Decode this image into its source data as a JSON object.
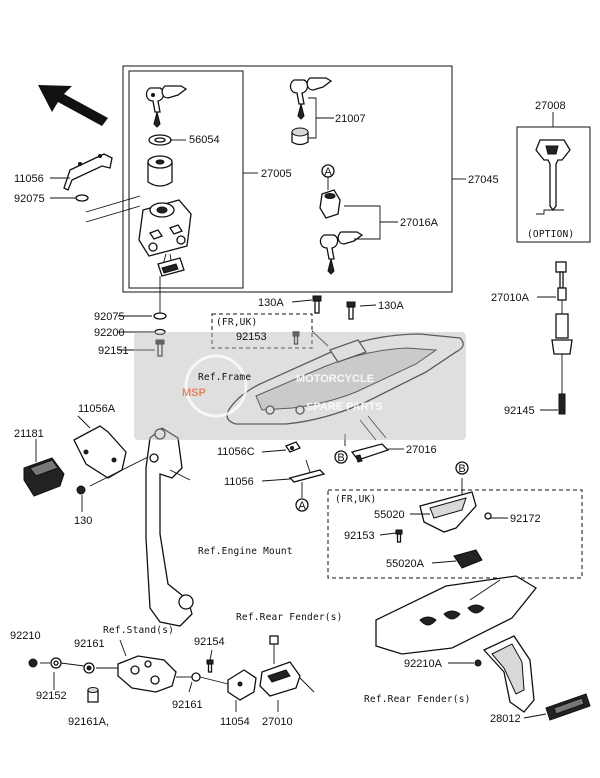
{
  "watermark": {
    "logo": "MSP",
    "brand": "MOTORCYCLE",
    "tagline": "SPARE PARTS",
    "accent_color": "#e8663a"
  },
  "parts": {
    "p56054": "56054",
    "p21007": "21007",
    "p27008": "27008",
    "p11056": "11056",
    "p92075_top": "92075",
    "p27005": "27005",
    "p27045": "27045",
    "p27016A": "27016A",
    "p27010A": "27010A",
    "p92075_mid": "92075",
    "p92200": "92200",
    "p92151": "92151",
    "p130A_left": "130A",
    "p130A_right": "130A",
    "p92153_upper": "92153",
    "p92145": "92145",
    "p11056A": "11056A",
    "p21181": "21181",
    "p130": "130",
    "p11056C": "11056C",
    "p27016": "27016",
    "p11056_lower": "11056",
    "p55020": "55020",
    "p92172": "92172",
    "p92153_lower": "92153",
    "p55020A": "55020A",
    "p92210": "92210",
    "p92161_top": "92161",
    "p92154": "92154",
    "p92152": "92152",
    "p92161A": "92161A,",
    "p92161_bottom": "92161",
    "p11054": "11054",
    "p27010": "27010",
    "p92210A": "92210A",
    "p28012": "28012"
  },
  "callouts": {
    "A_top": "A",
    "B_mid": "B",
    "A_bottom": "A",
    "B_right": "B"
  },
  "regions": {
    "fr_uk_upper": "(FR,UK)",
    "fr_uk_lower": "(FR,UK)",
    "option": "(OPTION)"
  },
  "references": {
    "frame": "Ref.Frame",
    "engine_mount": "Ref.Engine Mount",
    "stand": "Ref.Stand(s)",
    "rear_fender_upper": "Ref.Rear Fender(s)",
    "rear_fender_lower": "Ref.Rear Fender(s)"
  },
  "direction_arrow_icon": "front-direction-arrow-icon"
}
